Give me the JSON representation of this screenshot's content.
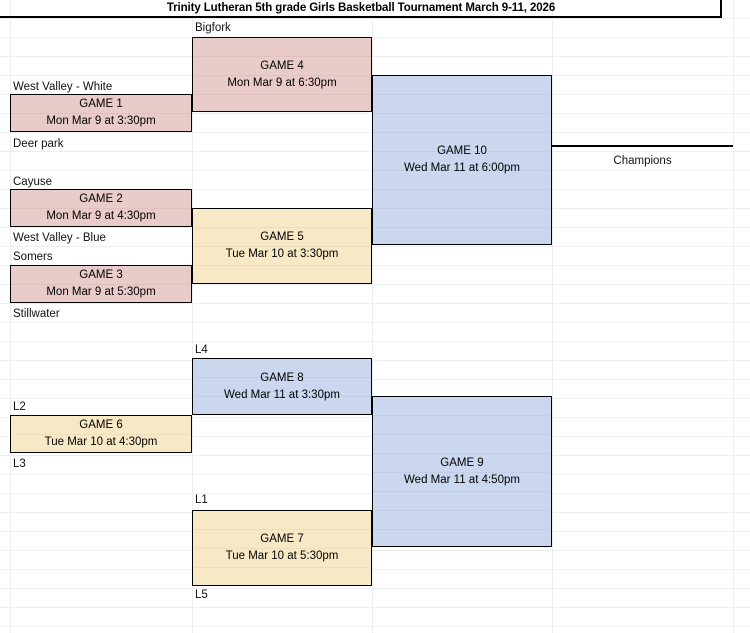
{
  "title": "Trinity Lutheran 5th grade Girls Basketball Tournament March 9-11, 2026",
  "champions_label": "Champions",
  "colors": {
    "winners_round1": "#e9cbc9",
    "losers_bracket": "#f8e9c6",
    "later_rounds": "#cad7ef",
    "gridline": "#eceff1",
    "border": "#000000"
  },
  "teams": [
    {
      "name": "Bigfork"
    },
    {
      "name": "West Valley - White"
    },
    {
      "name": "Deer park"
    },
    {
      "name": "Cayuse"
    },
    {
      "name": "West Valley - Blue"
    },
    {
      "name": "Somers"
    },
    {
      "name": "Stillwater"
    }
  ],
  "loser_slots": [
    {
      "name": "L4"
    },
    {
      "name": "L2"
    },
    {
      "name": "L3"
    },
    {
      "name": "L1"
    },
    {
      "name": "L5"
    }
  ],
  "games": [
    {
      "id": "game-1",
      "name": "GAME 1",
      "when": "Mon Mar 9 at 3:30pm",
      "color": "pink"
    },
    {
      "id": "game-2",
      "name": "GAME 2",
      "when": "Mon Mar 9 at 4:30pm",
      "color": "pink"
    },
    {
      "id": "game-3",
      "name": "GAME 3",
      "when": "Mon Mar 9 at 5:30pm",
      "color": "pink"
    },
    {
      "id": "game-4",
      "name": "GAME 4",
      "when": "Mon Mar 9 at 6:30pm",
      "color": "pink"
    },
    {
      "id": "game-5",
      "name": "GAME 5",
      "when": "Tue Mar 10 at 3:30pm",
      "color": "cream"
    },
    {
      "id": "game-6",
      "name": "GAME 6",
      "when": "Tue Mar 10 at 4:30pm",
      "color": "cream"
    },
    {
      "id": "game-7",
      "name": "GAME 7",
      "when": "Tue Mar 10 at 5:30pm",
      "color": "cream"
    },
    {
      "id": "game-8",
      "name": "GAME 8",
      "when": "Wed Mar 11 at 3:30pm",
      "color": "blue"
    },
    {
      "id": "game-9",
      "name": "GAME 9",
      "when": "Wed Mar 11 at 4:50pm",
      "color": "blue"
    },
    {
      "id": "game-10",
      "name": "GAME 10",
      "when": "Wed Mar 11 at 6:00pm",
      "color": "blue"
    }
  ]
}
